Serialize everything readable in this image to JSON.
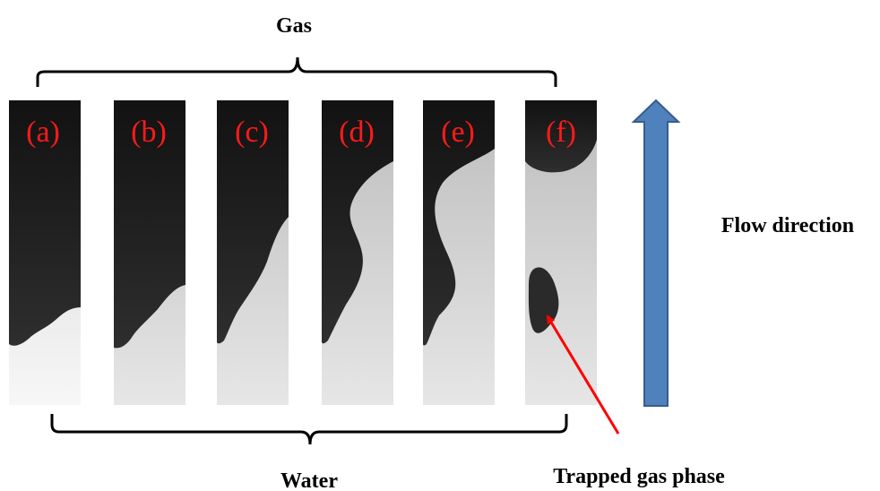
{
  "labels": {
    "top": "Gas",
    "bottom": "Water",
    "flow": "Flow direction",
    "trapped": "Trapped gas phase"
  },
  "panels": [
    "(a)",
    "(b)",
    "(c)",
    "(d)",
    "(e)",
    "(f)"
  ],
  "colors": {
    "gas": "#1c1c1c",
    "water": "#cfcfcf",
    "panel_label": "#ff1a1a",
    "arrow_fill": "#4f81bd",
    "arrow_stroke": "#385d8a",
    "pointer": "#ff0000"
  }
}
